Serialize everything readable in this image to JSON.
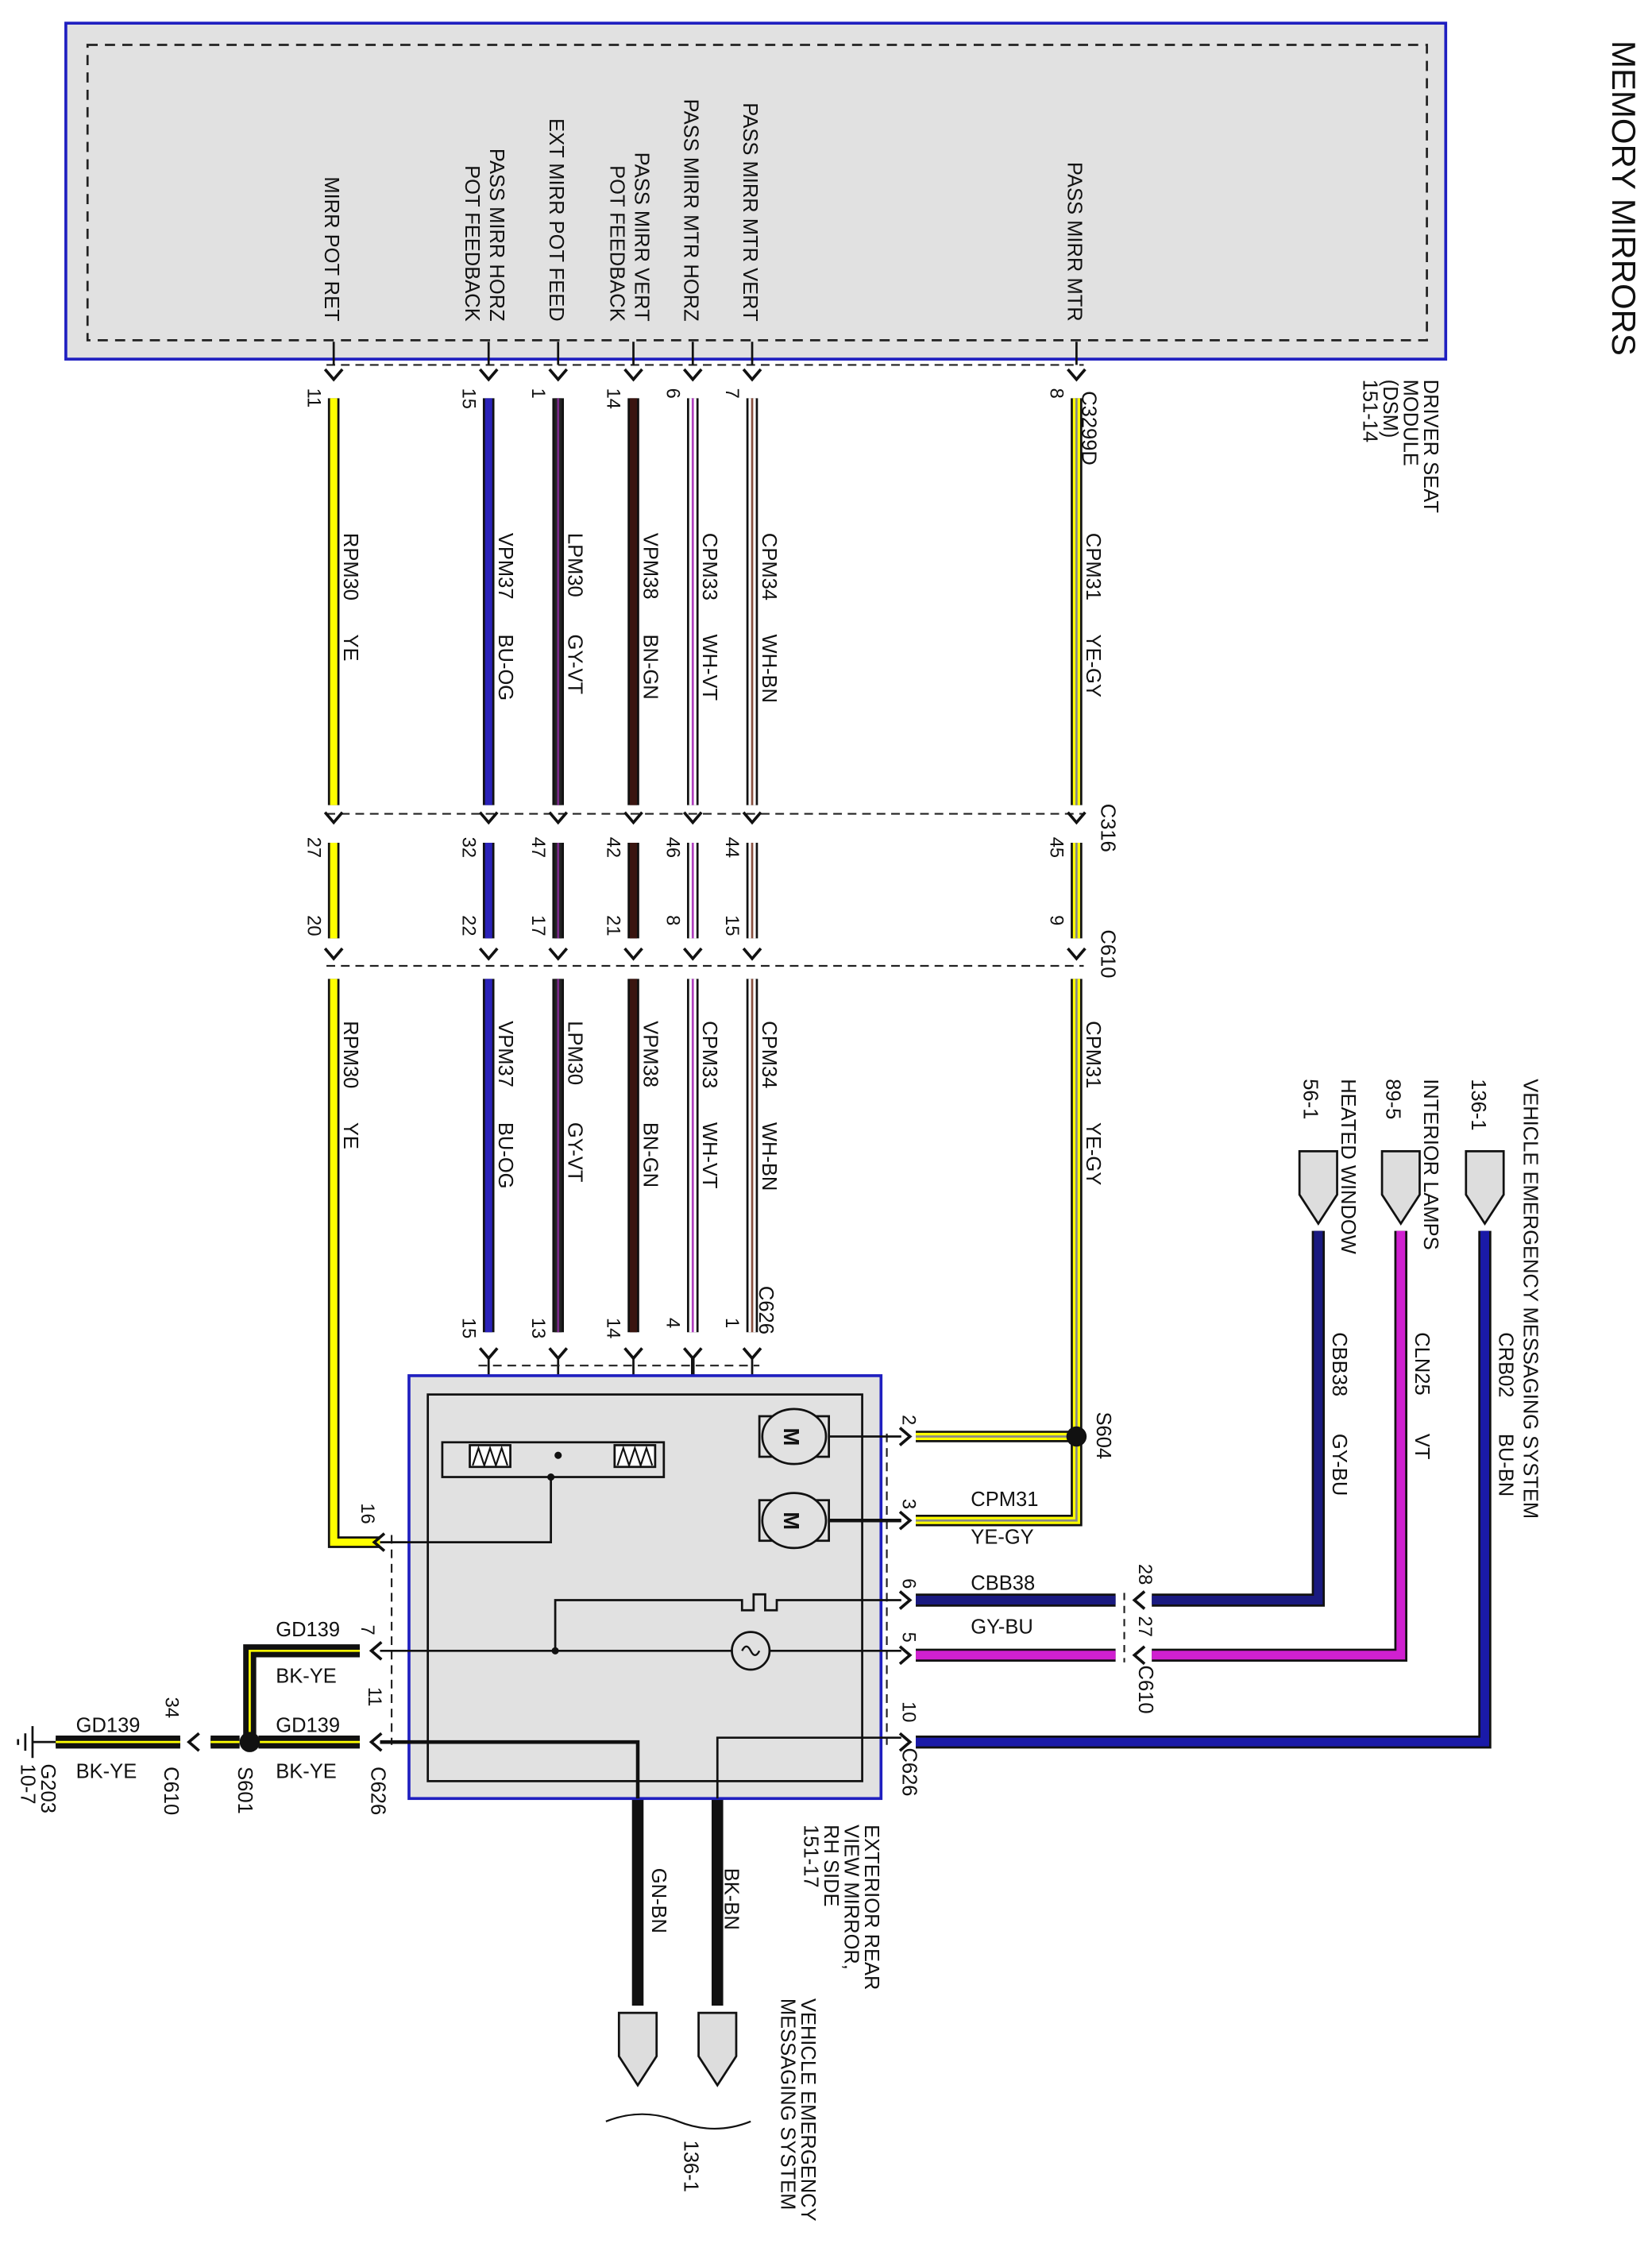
{
  "title": "MEMORY MIRRORS",
  "dsm": {
    "name_lines": [
      "DRIVER SEAT",
      "MODULE",
      "(DSM)",
      "151-14"
    ],
    "connector": "C3299D"
  },
  "inline_connectors": {
    "upper": "C316",
    "lower": "C610"
  },
  "circuits": [
    {
      "pin_name": [
        "MIRR POT RET"
      ],
      "dsm_pin": "11",
      "circuit": "RPM30",
      "color": "YE",
      "c316_pin": "27",
      "c610_pin": "20",
      "mirror_pin": "16",
      "fill": "#ffff00",
      "stripe": "#ffff00"
    },
    {
      "pin_name": [
        "PASS MIRR HORZ",
        "POT FEEDBACK"
      ],
      "dsm_pin": "15",
      "circuit": "VPM37",
      "color": "BU-OG",
      "c316_pin": "32",
      "c610_pin": "22",
      "mirror_pin": "15",
      "fill": "#2a22b8",
      "stripe": "#2a22b8"
    },
    {
      "pin_name": [
        "EXT MIRR POT FEED"
      ],
      "dsm_pin": "1",
      "circuit": "LPM30",
      "color": "GY-VT",
      "c316_pin": "47",
      "c610_pin": "17",
      "mirror_pin": "13",
      "fill": "#222222",
      "stripe": "#7a2a8a"
    },
    {
      "pin_name": [
        "PASS MIRR VERT",
        "POT FEEDBACK"
      ],
      "dsm_pin": "14",
      "circuit": "VPM38",
      "color": "BN-GN",
      "c316_pin": "42",
      "c610_pin": "21",
      "mirror_pin": "14",
      "fill": "#3a1510",
      "stripe": "#3a1510"
    },
    {
      "pin_name": [
        "PASS MIRR MTR HORZ"
      ],
      "dsm_pin": "6",
      "circuit": "CPM33",
      "color": "WH-VT",
      "c316_pin": "46",
      "c610_pin": "8",
      "mirror_pin": "4",
      "fill": "#ffffff",
      "stripe": "#b040c0"
    },
    {
      "pin_name": [
        "PASS MIRR MTR VERT"
      ],
      "dsm_pin": "7",
      "circuit": "CPM34",
      "color": "WH-BN",
      "c316_pin": "44",
      "c610_pin": "15",
      "mirror_pin": "1",
      "fill": "#ffffff",
      "stripe": "#8a5040"
    },
    {
      "pin_name": [
        "PASS MIRR MTR"
      ],
      "dsm_pin": "8",
      "circuit": "CPM31",
      "color": "YE-GY",
      "c316_pin": "45",
      "c610_pin": "9",
      "mirror_pin": "",
      "fill": "#ffff00",
      "stripe": "#888888"
    }
  ],
  "mirror": {
    "name_lines": [
      "EXTERIOR REAR",
      "VIEW MIRROR,",
      "RH SIDE",
      "151-17"
    ],
    "connector": "C626",
    "right_pins": [
      "2",
      "3",
      "6",
      "5",
      "10"
    ],
    "left_pins": {
      "pot_ret": "16",
      "ground_a": "7",
      "ground_b": "11"
    },
    "splice_s604": "S604",
    "cpm31_label": "CPM31",
    "cpm31_color": "YE-GY",
    "cbb38_label": "CBB38",
    "cbb38_color": "GY-BU"
  },
  "right_sources": [
    {
      "lines": [
        "VEHICLE EMERGENCY MESSAGING SYSTEM",
        "136-1"
      ],
      "circuit": "CRB02",
      "color": "BU-BN",
      "c610_pin": "",
      "fill": "#1a1aa8"
    },
    {
      "lines": [
        "INTERIOR LAMPS",
        "89-5"
      ],
      "circuit": "CLN25",
      "color": "VT",
      "c610_pin": "27",
      "fill": "#d020d0"
    },
    {
      "lines": [
        "HEATED WINDOW",
        "56-1"
      ],
      "circuit": "CBB38",
      "color": "GY-BU",
      "c610_pin": "28",
      "fill": "#1a1a80"
    }
  ],
  "right_c610": "C610",
  "ground": {
    "circuit": "GD139",
    "color": "BK-YE",
    "splice": "S601",
    "c610_pin": "34",
    "c610": "C610",
    "c626": "C626",
    "ground_id": "G203",
    "ground_ref": "10-7"
  },
  "bottom": {
    "wire_a": "GN-BN",
    "wire_b": "BK-BN",
    "dest_lines": [
      "VEHICLE EMERGENCY",
      "MESSAGING SYSTEM"
    ],
    "dest_ref": "136-1"
  }
}
